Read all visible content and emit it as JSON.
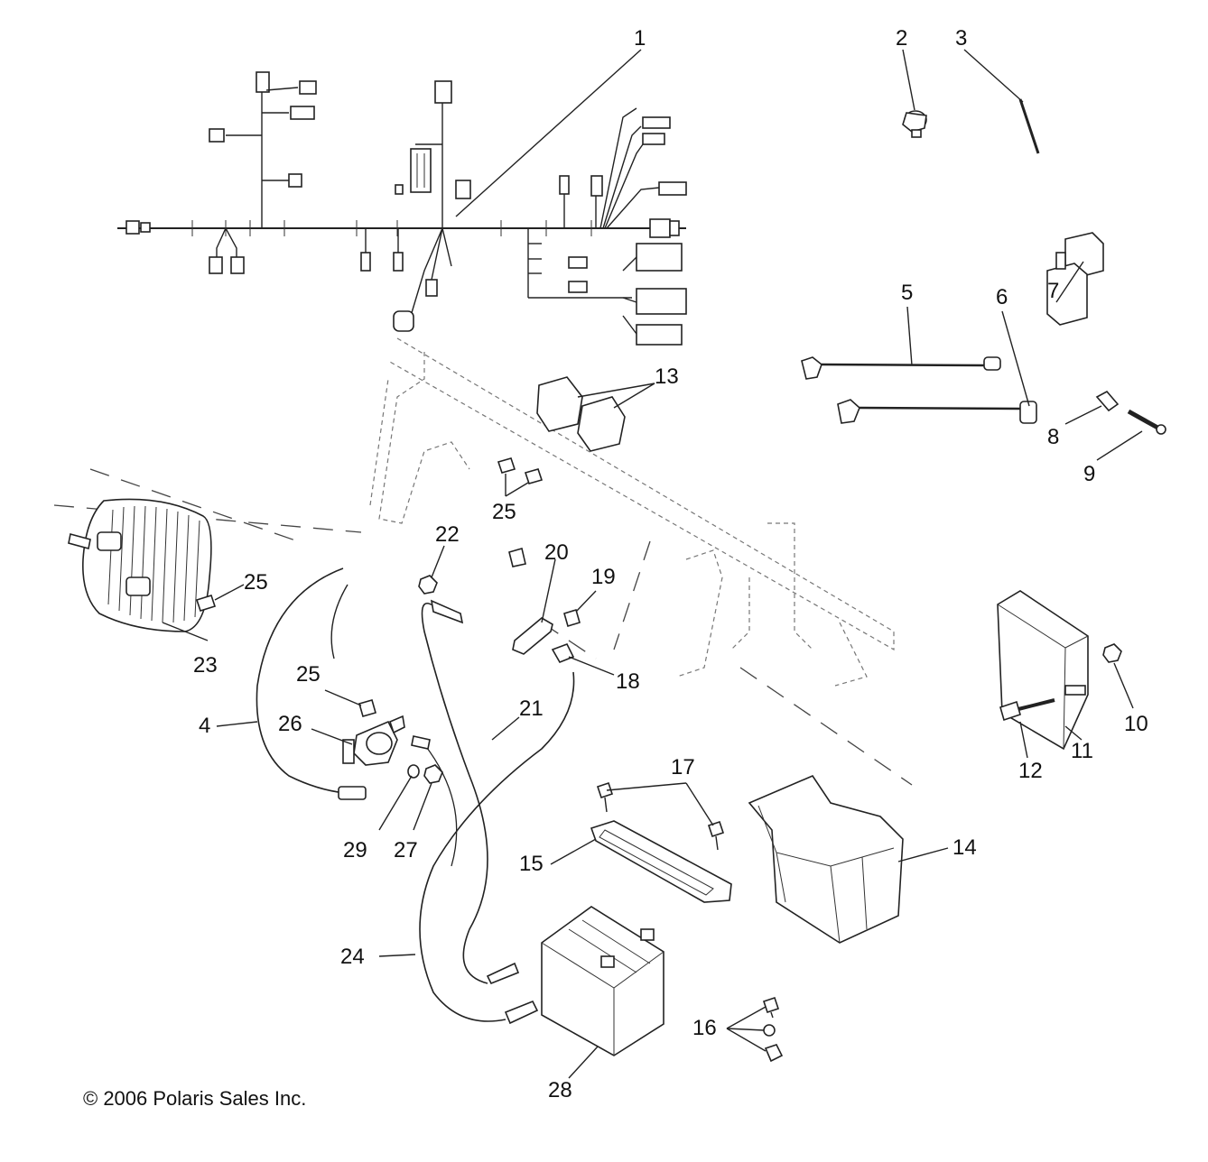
{
  "copyright": "© 2006 Polaris Sales Inc.",
  "callouts": [
    {
      "id": "c1",
      "text": "1"
    },
    {
      "id": "c2",
      "text": "2"
    },
    {
      "id": "c3",
      "text": "3"
    },
    {
      "id": "c4",
      "text": "4"
    },
    {
      "id": "c5",
      "text": "5"
    },
    {
      "id": "c6",
      "text": "6"
    },
    {
      "id": "c7",
      "text": "7"
    },
    {
      "id": "c8",
      "text": "8"
    },
    {
      "id": "c9",
      "text": "9"
    },
    {
      "id": "c10",
      "text": "10"
    },
    {
      "id": "c11",
      "text": "11"
    },
    {
      "id": "c12",
      "text": "12"
    },
    {
      "id": "c13",
      "text": "13"
    },
    {
      "id": "c14",
      "text": "14"
    },
    {
      "id": "c15",
      "text": "15"
    },
    {
      "id": "c16",
      "text": "16"
    },
    {
      "id": "c17",
      "text": "17"
    },
    {
      "id": "c18",
      "text": "18"
    },
    {
      "id": "c19",
      "text": "19"
    },
    {
      "id": "c20",
      "text": "20"
    },
    {
      "id": "c21",
      "text": "21"
    },
    {
      "id": "c22",
      "text": "22"
    },
    {
      "id": "c23",
      "text": "23"
    },
    {
      "id": "c24",
      "text": "24"
    },
    {
      "id": "c25a",
      "text": "25"
    },
    {
      "id": "c25b",
      "text": "25"
    },
    {
      "id": "c25c",
      "text": "25"
    },
    {
      "id": "c26",
      "text": "26"
    },
    {
      "id": "c27",
      "text": "27"
    },
    {
      "id": "c28",
      "text": "28"
    },
    {
      "id": "c29",
      "text": "29"
    }
  ]
}
